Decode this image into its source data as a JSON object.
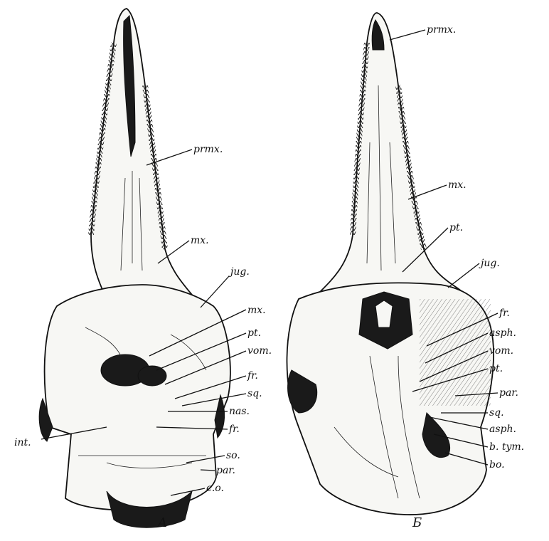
{
  "figure": {
    "panel_a": {
      "caption": "A",
      "labels": [
        "prmx.",
        "mx.",
        "jug.",
        "mx.",
        "pt.",
        "vom.",
        "fr.",
        "sq.",
        "nas.",
        "fr.",
        "int.",
        "so.",
        "par.",
        "c.o."
      ]
    },
    "panel_b": {
      "caption": "Б",
      "labels": [
        "prmx.",
        "mx.",
        "pt.",
        "jug.",
        "fr.",
        "asph.",
        "vom.",
        "pt.",
        "par.",
        "sq.",
        "asph.",
        "b. tym.",
        "bo."
      ]
    }
  }
}
